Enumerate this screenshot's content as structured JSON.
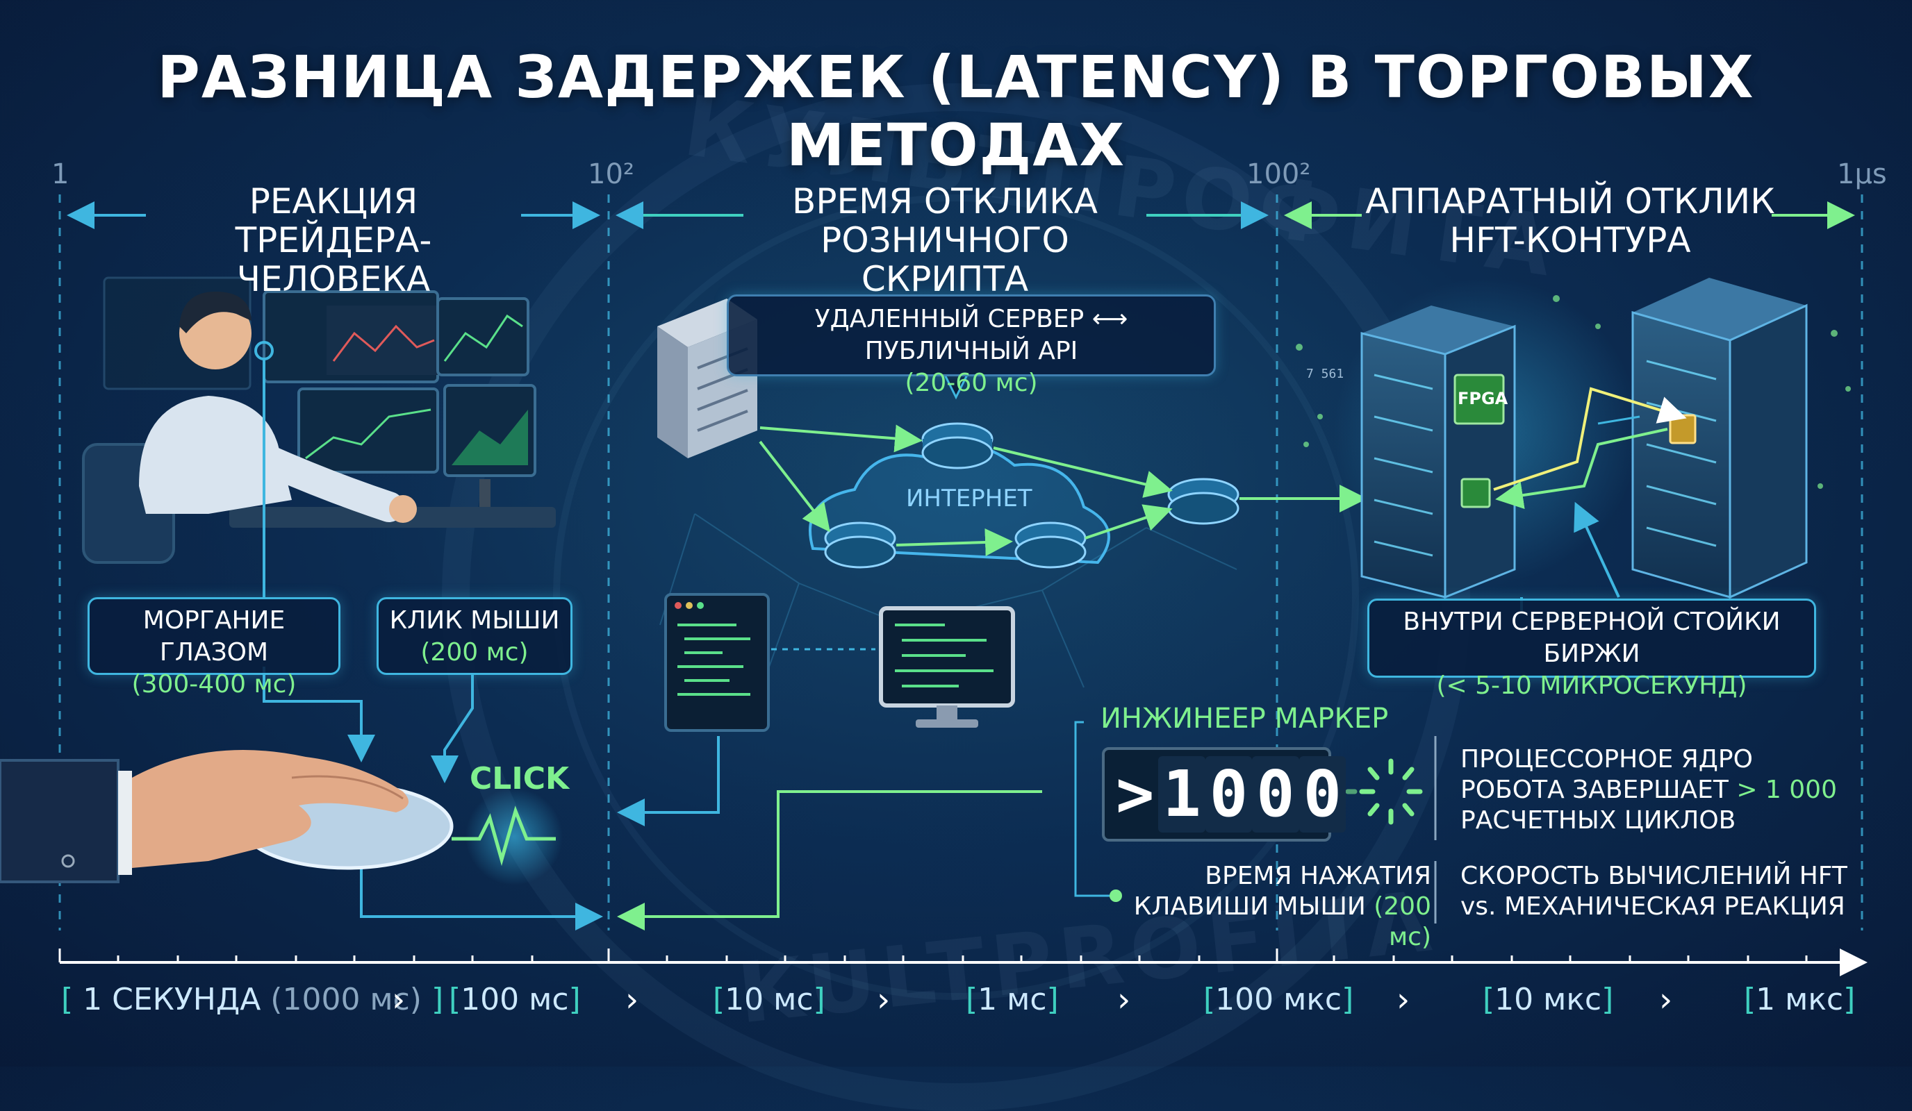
{
  "title": "РАЗНИЦА ЗАДЕРЖЕК (LATENCY) В ТОРГОВЫХ МЕТОДАХ",
  "watermark": {
    "top": "КУЛЬТПРОФИТА",
    "bottom": "KULTPROFITA"
  },
  "top_ticks": [
    "1",
    "10²",
    "100²",
    "1µs"
  ],
  "sections": [
    {
      "line1": "РЕАКЦИЯ",
      "line2": "ТРЕЙДЕРА-ЧЕЛОВЕКА"
    },
    {
      "line1": "ВРЕМЯ ОТКЛИКА",
      "line2": "РОЗНИЧНОГО СКРИПТА"
    },
    {
      "line1": "АППАРАТНЫЙ ОТКЛИК",
      "line2": "HFT-КОНТУРА"
    }
  ],
  "human": {
    "blink_label": "МОРГАНИЕ ГЛАЗОМ",
    "blink_value": "(300-400 мс)",
    "click_label": "КЛИК МЫШИ",
    "click_value": "(200 мс)",
    "click_text": "CLICK"
  },
  "retail": {
    "server_api_label": "УДАЛЕННЫЙ СЕРВЕР ⟷ ПУБЛИЧНЫЙ API",
    "server_api_value": "(20-60 мс)",
    "internet_label": "ИНТЕРНЕТ"
  },
  "hft": {
    "fpga_label": "FPGA",
    "rack_label": "ВНУТРИ СЕРВЕРНОЙ СТОЙКИ БИРЖИ",
    "rack_value": "(< 5-10 МИКРОСЕКУНД)",
    "rack_small": "7 561"
  },
  "marker": {
    "title": "ИНЖИНЕЕР МАРКЕР",
    "counter_symbol": ">",
    "counter_digits": [
      "1",
      "0",
      "0",
      "0"
    ],
    "cpu_line1": "ПРОЦЕССОРНОЕ ЯДРО",
    "cpu_line2_prefix": "РОБОТА ЗАВЕРШАЕТ",
    "cpu_line2_value": "> 1 000",
    "cpu_line3": "РАСЧЕТНЫХ ЦИКЛОВ",
    "press_line1": "ВРЕМЯ НАЖАТИЯ",
    "press_line2_prefix": "КЛАВИШИ МЫШИ",
    "press_line2_value": "(200 мс)",
    "speed_line1": "СКОРОСТЬ ВЫЧИСЛЕНИЙ HFT",
    "speed_line2": "vs. МЕХАНИЧЕСКАЯ РЕАКЦИЯ"
  },
  "scale": [
    {
      "main": "1 СЕКУНДА",
      "extra": "(1000 мс)"
    },
    {
      "main": "100 мс",
      "extra": ""
    },
    {
      "main": "10 мс",
      "extra": ""
    },
    {
      "main": "1 мс",
      "extra": ""
    },
    {
      "main": "100 мкс",
      "extra": ""
    },
    {
      "main": "10 мкс",
      "extra": ""
    },
    {
      "main": "1 мкс",
      "extra": ""
    }
  ],
  "scale_separator": "›",
  "colors": {
    "accent_blue": "#3fb6e0",
    "accent_green": "#7ff08e",
    "background": "#0c2c52"
  }
}
